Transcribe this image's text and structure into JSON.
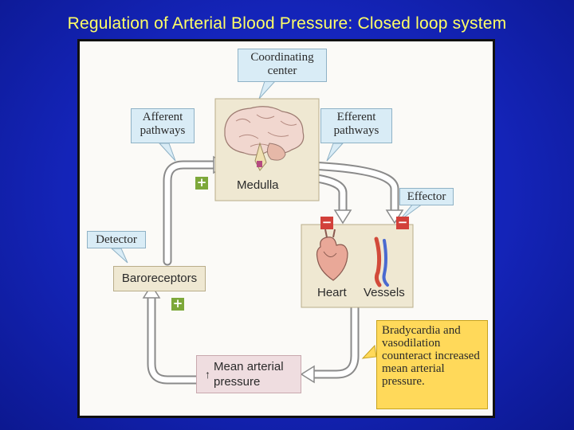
{
  "title": "Regulation of Arterial Blood Pressure:  Closed loop system",
  "diagram": {
    "coordinating_center": "Coordinating center",
    "afferent_pathways": "Afferent pathways",
    "efferent_pathways": "Efferent pathways",
    "medulla": "Medulla",
    "effector": "Effector",
    "detector": "Detector",
    "baroreceptors": "Baroreceptors",
    "heart": "Heart",
    "vessels": "Vessels",
    "mean_arterial_pressure": "Mean arterial pressure",
    "pressure_arrow": "↑",
    "note": "Bradycardia and vasodilation counteract increased mean arterial pressure.",
    "plus_sign": "+",
    "minus_sign": "−"
  },
  "colors": {
    "callout_fill": "#d9ecf6",
    "node_fill": "#efe8d2",
    "note_fill": "#ffd95a",
    "plus_fill": "#7da83a",
    "minus_fill": "#d2403a",
    "title_color": "#ffff66"
  }
}
